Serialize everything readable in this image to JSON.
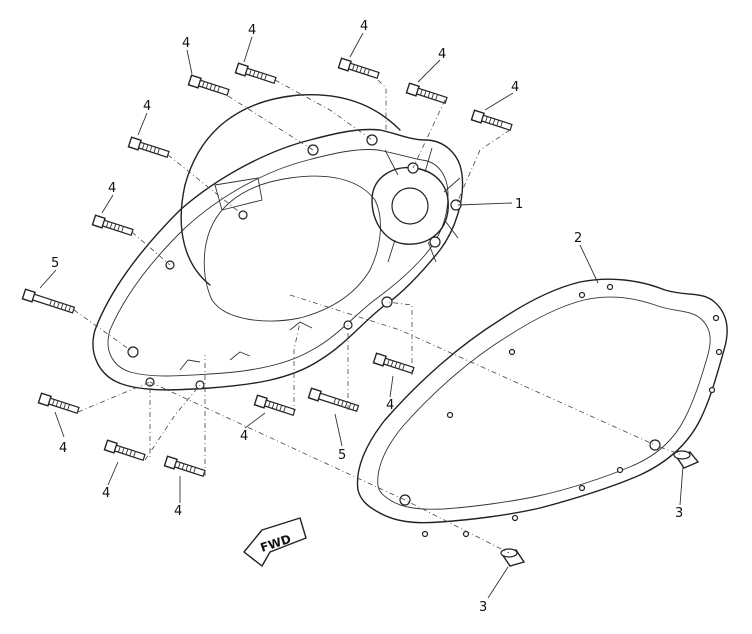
{
  "callouts": {
    "crankcase_cover": "1",
    "gasket": "2",
    "dowel_pin": "3",
    "screw": "4",
    "screw_long": "5"
  },
  "forward_marker": "FWD"
}
